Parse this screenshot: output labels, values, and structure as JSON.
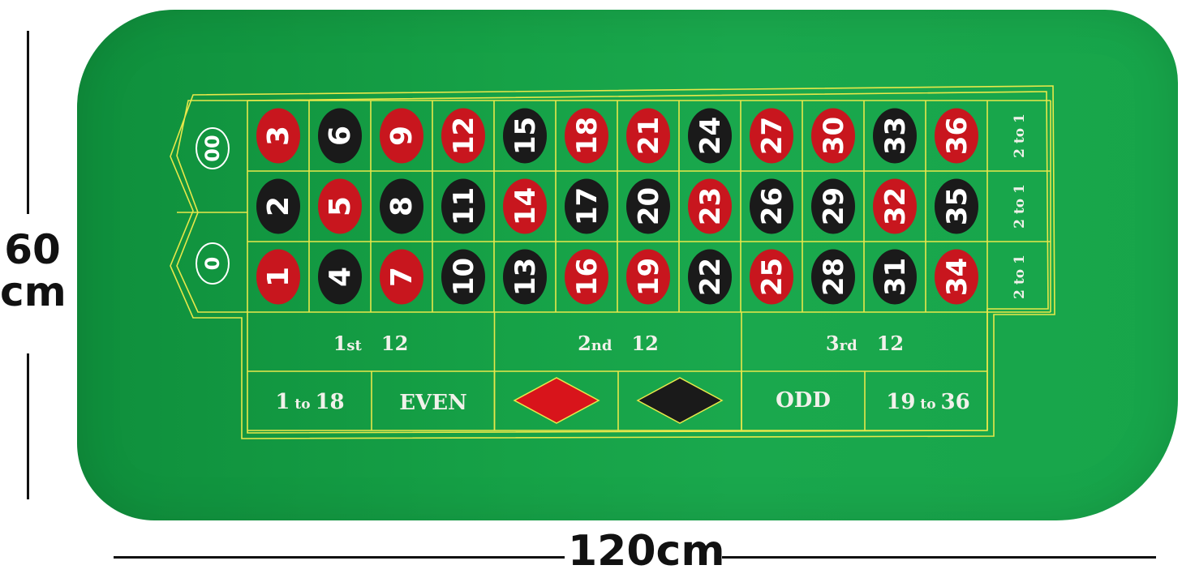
{
  "dimensions": {
    "height_label": "60\ncm",
    "height_line1": "60",
    "height_line2": "cm",
    "width_label": "120cm"
  },
  "zeros": [
    "00",
    "0"
  ],
  "numbers": [
    {
      "n": "3",
      "color": "red"
    },
    {
      "n": "6",
      "color": "black"
    },
    {
      "n": "9",
      "color": "red"
    },
    {
      "n": "12",
      "color": "red"
    },
    {
      "n": "15",
      "color": "black"
    },
    {
      "n": "18",
      "color": "red"
    },
    {
      "n": "21",
      "color": "red"
    },
    {
      "n": "24",
      "color": "black"
    },
    {
      "n": "27",
      "color": "red"
    },
    {
      "n": "30",
      "color": "red"
    },
    {
      "n": "33",
      "color": "black"
    },
    {
      "n": "36",
      "color": "red"
    },
    {
      "n": "2",
      "color": "black"
    },
    {
      "n": "5",
      "color": "red"
    },
    {
      "n": "8",
      "color": "black"
    },
    {
      "n": "11",
      "color": "black"
    },
    {
      "n": "14",
      "color": "red"
    },
    {
      "n": "17",
      "color": "black"
    },
    {
      "n": "20",
      "color": "black"
    },
    {
      "n": "23",
      "color": "red"
    },
    {
      "n": "26",
      "color": "black"
    },
    {
      "n": "29",
      "color": "black"
    },
    {
      "n": "32",
      "color": "red"
    },
    {
      "n": "35",
      "color": "black"
    },
    {
      "n": "1",
      "color": "red"
    },
    {
      "n": "4",
      "color": "black"
    },
    {
      "n": "7",
      "color": "red"
    },
    {
      "n": "10",
      "color": "black"
    },
    {
      "n": "13",
      "color": "black"
    },
    {
      "n": "16",
      "color": "red"
    },
    {
      "n": "19",
      "color": "red"
    },
    {
      "n": "22",
      "color": "black"
    },
    {
      "n": "25",
      "color": "red"
    },
    {
      "n": "28",
      "color": "black"
    },
    {
      "n": "31",
      "color": "black"
    },
    {
      "n": "34",
      "color": "red"
    }
  ],
  "columns": [
    "2 to 1",
    "2 to 1",
    "2 to 1"
  ],
  "dozens": [
    {
      "main": "1",
      "suffix": "st",
      "num": "12"
    },
    {
      "main": "2",
      "suffix": "nd",
      "num": "12"
    },
    {
      "main": "3",
      "suffix": "rd",
      "num": "12"
    }
  ],
  "outside": {
    "low": {
      "a": "1",
      "to": "to",
      "b": "18"
    },
    "even": "EVEN",
    "odd": "ODD",
    "high": {
      "a": "19",
      "to": "to",
      "b": "36"
    },
    "red_diamond": "#d8141b",
    "black_diamond": "#1a1a1a"
  },
  "colors": {
    "felt": "#17a249",
    "line": "#e8e84a",
    "red": "#c8161e",
    "black": "#1a1a1a",
    "text": "#ffffff"
  }
}
